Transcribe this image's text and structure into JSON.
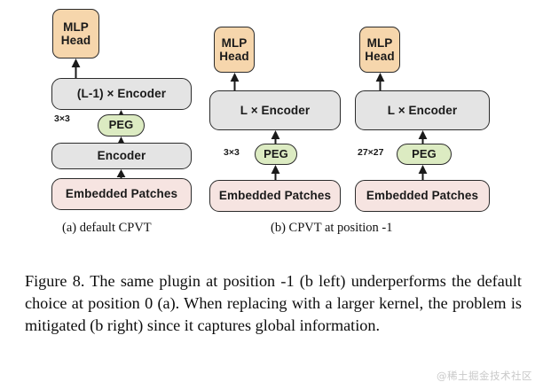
{
  "figure": {
    "panels": [
      {
        "id": "a",
        "caption": "(a) default CPVT",
        "nodes": {
          "mlp_head": "MLP\nHead",
          "mlp_head_line1": "MLP",
          "mlp_head_line2": "Head",
          "encoder_top": "(L-1) × Encoder",
          "peg": "PEG",
          "encoder_bottom": "Encoder",
          "patches": "Embedded Patches"
        },
        "kernel_label": "3×3"
      },
      {
        "id": "b-left",
        "caption": "(b) CPVT at position -1",
        "nodes": {
          "mlp_head_line1": "MLP",
          "mlp_head_line2": "Head",
          "encoder_top": "L × Encoder",
          "peg": "PEG",
          "patches": "Embedded Patches"
        },
        "kernel_label": "3×3"
      },
      {
        "id": "b-right",
        "caption": "",
        "nodes": {
          "mlp_head_line1": "MLP",
          "mlp_head_line2": "Head",
          "encoder_top": "L × Encoder",
          "peg": "PEG",
          "patches": "Embedded Patches"
        },
        "kernel_label": "27×27"
      }
    ],
    "colors": {
      "mlp_head": "#f6d6ac",
      "encoder": "#e4e4e4",
      "patches": "#f6e4e1",
      "peg": "#dcebc2",
      "stroke": "#2b2b2b"
    }
  },
  "caption": {
    "figure_number": "Figure 8.",
    "text": "The same plugin at position -1 (b left) underperforms the default choice at position 0 (a). When replacing with a larger kernel, the problem is mitigated (b right) since it captures global information.",
    "full": "Figure 8.  The same plugin at position -1 (b left) underperforms the default choice at position 0 (a).  When replacing with a larger kernel, the problem is mitigated (b right) since it captures global information."
  },
  "watermark": {
    "text": "@稀土掘金技术社区"
  }
}
